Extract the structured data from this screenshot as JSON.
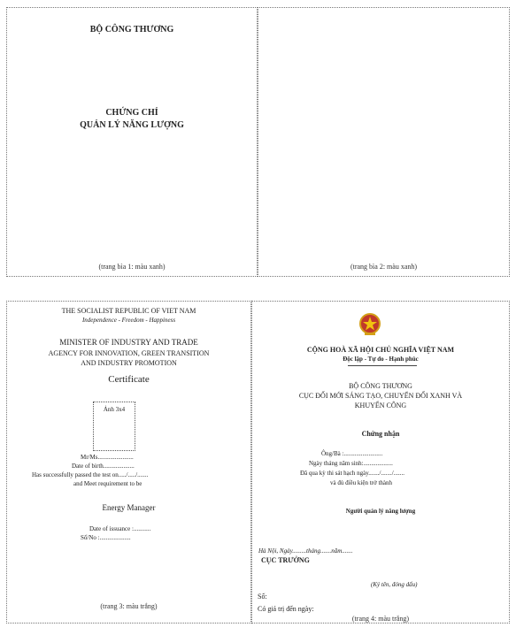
{
  "cover1": {
    "ministry": "BỘ CÔNG THƯƠNG",
    "cert_line1": "CHỨNG CHỈ",
    "cert_line2": "QUẢN LÝ NĂNG LƯỢNG",
    "footer": "(trang bìa 1: màu xanh)"
  },
  "cover2": {
    "footer": "(trang bìa 2: màu xanh)"
  },
  "page3": {
    "republic": "THE SOCIALIST REPUBLIC OF VIET NAM",
    "motto": "Independence - Freedom - Happiness",
    "ministry": "MINISTER OF INDUSTRY AND TRADE",
    "agency_line1": "AGENCY FOR INNOVATION, GREEN TRANSITION",
    "agency_line2": "AND INDUSTRY PROMOTION",
    "certificate": "Certificate",
    "photo_label": "Ảnh 3x4",
    "name_line": "Mr/Ms.......................",
    "dob_line": "Date of birth....................",
    "passed_line": "Has successfully passed the test on...../...../.......",
    "requirement_line": "and Meet requirement to be",
    "role": "Energy Manager",
    "issue_line": "Date of issuance :...........",
    "number_line": "Số/No :....................",
    "footer": "(trang 3: màu trắng)"
  },
  "page4": {
    "republic": "CỘNG HOÀ XÃ HỘI CHỦ NGHĨA VIỆT NAM",
    "motto": "Độc lập - Tự do - Hạnh phúc",
    "ministry": "BỘ CÔNG THƯƠNG",
    "agency_line1": "CỤC ĐỔI MỚI SÁNG TẠO, CHUYỂN ĐỔI XANH VÀ",
    "agency_line2": "KHUYẾN CÔNG",
    "certify": "Chứng nhận",
    "name_line": "Ông/Bà :.........................",
    "dob_line": "Ngày tháng năm sinh:...................",
    "passed_line": "Đã qua kỳ thi sát hạch ngày......./......./.......",
    "meets_line": "và đủ điều kiện trở thành",
    "role": "Người quản lý năng lượng",
    "place_date": "Hà Nội, Ngày.........tháng.......năm.......",
    "director": "CỤC TRƯỞNG",
    "sign_note": "(Ký tên, đóng dấu)",
    "number_line": "Số:",
    "valid_line": "Có giá trị đến ngày:",
    "footer": "(trang 4: màu trắng)"
  }
}
